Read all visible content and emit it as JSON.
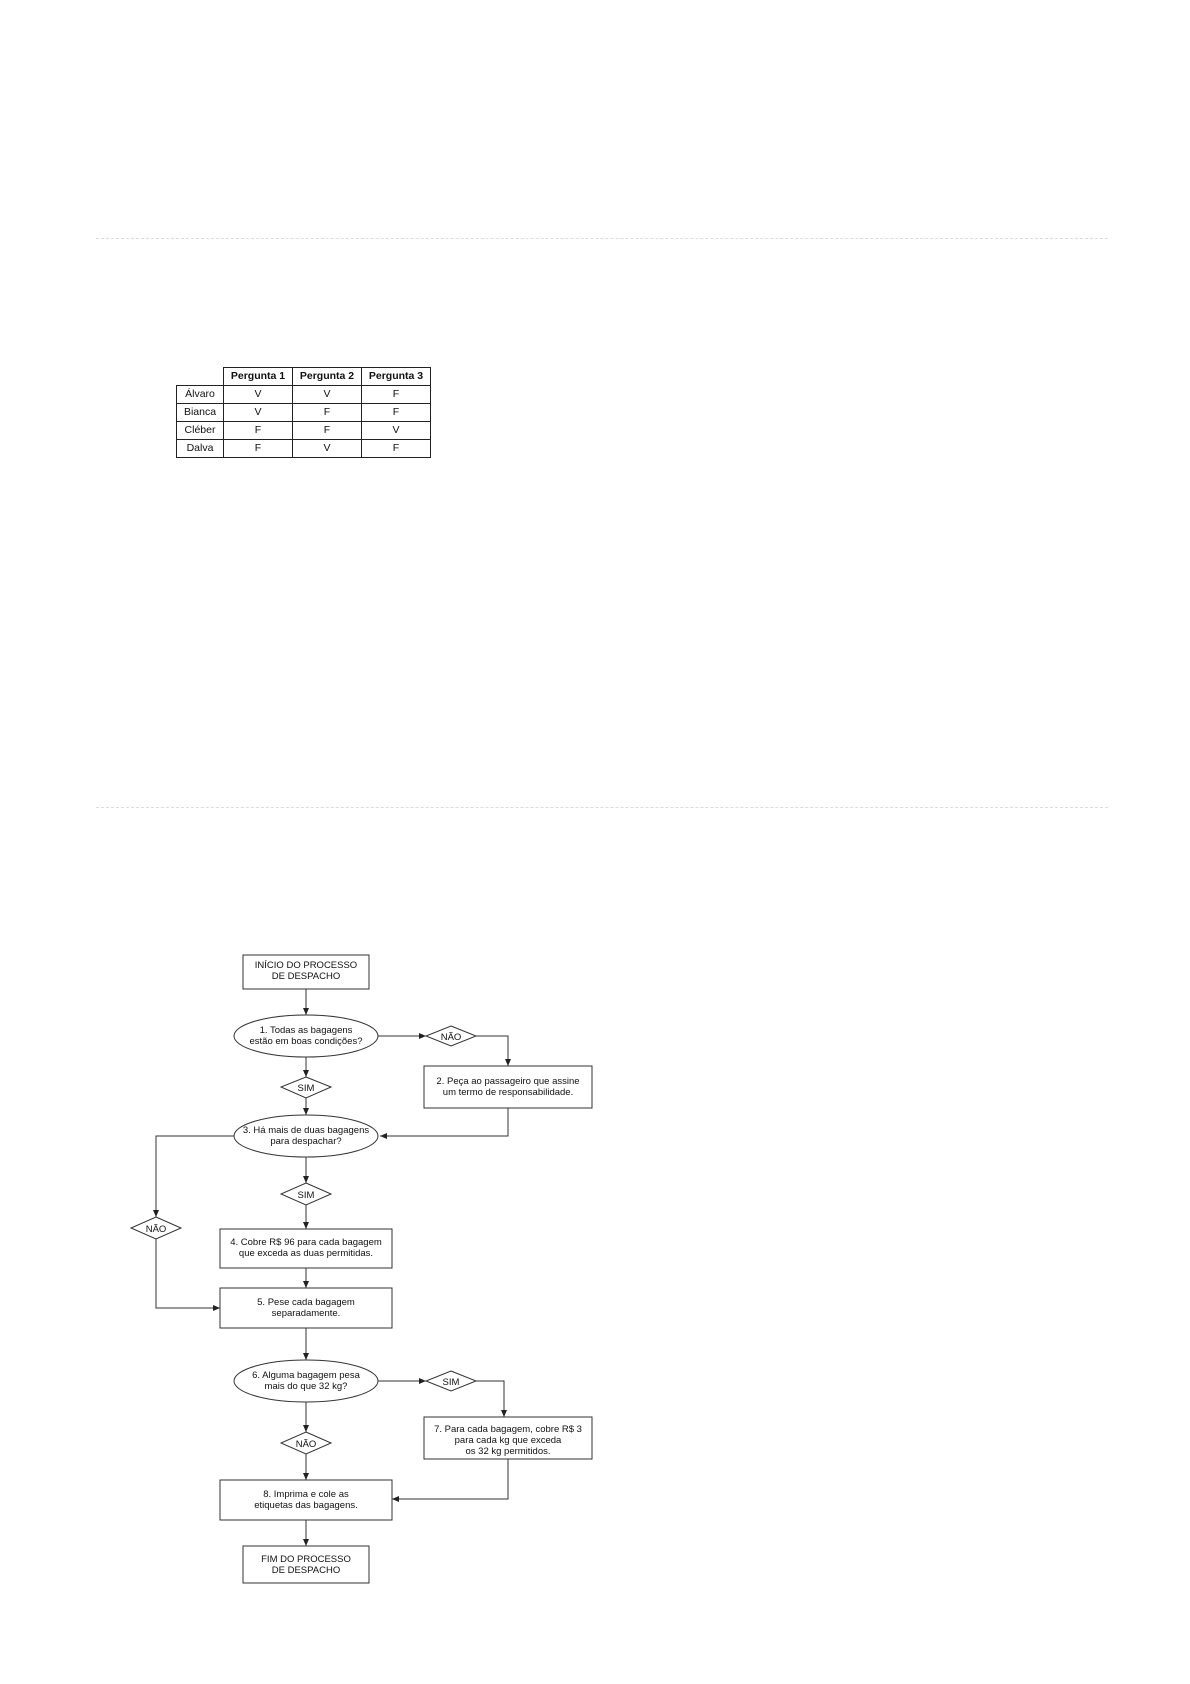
{
  "table": {
    "columns": [
      "Pergunta 1",
      "Pergunta 2",
      "Pergunta 3"
    ],
    "rows": [
      {
        "name": "Álvaro",
        "values": [
          "V",
          "V",
          "F"
        ]
      },
      {
        "name": "Bianca",
        "values": [
          "V",
          "F",
          "F"
        ]
      },
      {
        "name": "Cléber",
        "values": [
          "F",
          "F",
          "V"
        ]
      },
      {
        "name": "Dalva",
        "values": [
          "F",
          "V",
          "F"
        ]
      }
    ]
  },
  "flowchart": {
    "start": [
      "INÍCIO DO PROCESSO",
      "DE DESPACHO"
    ],
    "q1": [
      "1. Todas as bagagens",
      "estão em boas condições?"
    ],
    "q1_no": "NÃO",
    "q1_yes": "SIM",
    "step2": [
      "2. Peça ao passageiro que assine",
      "um termo de responsabilidade."
    ],
    "q3": [
      "3. Há mais de duas bagagens",
      "para despachar?"
    ],
    "q3_yes": "SIM",
    "q3_no": "NÃO",
    "step4": [
      "4. Cobre R$ 96 para cada bagagem",
      "que exceda as duas permitidas."
    ],
    "step5": [
      "5. Pese cada bagagem",
      "separadamente."
    ],
    "q6": [
      "6. Alguma bagagem pesa",
      "mais do que 32 kg?"
    ],
    "q6_yes": "SIM",
    "q6_no": "NÃO",
    "step7": [
      "7. Para cada bagagem, cobre R$ 3",
      "para cada kg que exceda",
      "os 32 kg permitidos."
    ],
    "step8": [
      "8. Imprima e cole as",
      "etiquetas das bagagens."
    ],
    "end": [
      "FIM DO PROCESSO",
      "DE DESPACHO"
    ]
  }
}
